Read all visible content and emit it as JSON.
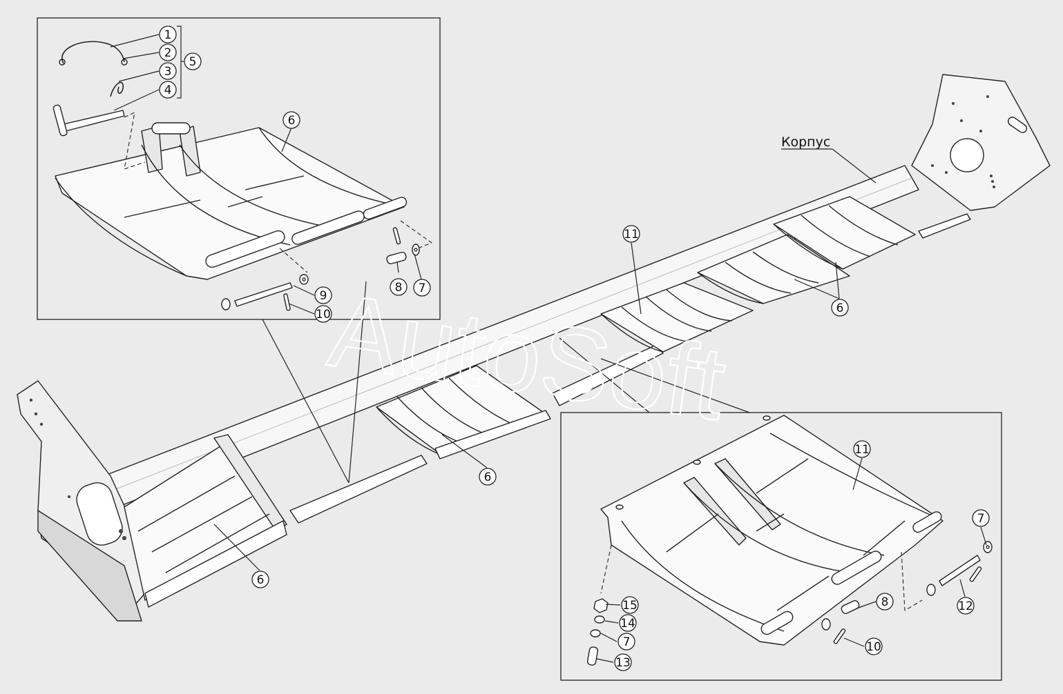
{
  "watermark": "AutoSoft",
  "corpus_label": "Корпус",
  "callouts": {
    "c1": "1",
    "c2": "2",
    "c3": "3",
    "c4": "4",
    "c5": "5",
    "c6a": "6",
    "c7a": "7",
    "c8a": "8",
    "c9a": "9",
    "c10a": "10",
    "c11a": "11",
    "c6b": "6",
    "c6c": "6",
    "c6d": "6",
    "c11b": "11",
    "c7b": "7",
    "c12": "12",
    "c8b": "8",
    "c15": "15",
    "c14": "14",
    "c7c": "7",
    "c13": "13",
    "c10b": "10"
  },
  "colors": {
    "background": "#ebebeb",
    "line": "#222222",
    "part_fill": "#ffffff",
    "shade": "#cfcfcf"
  }
}
